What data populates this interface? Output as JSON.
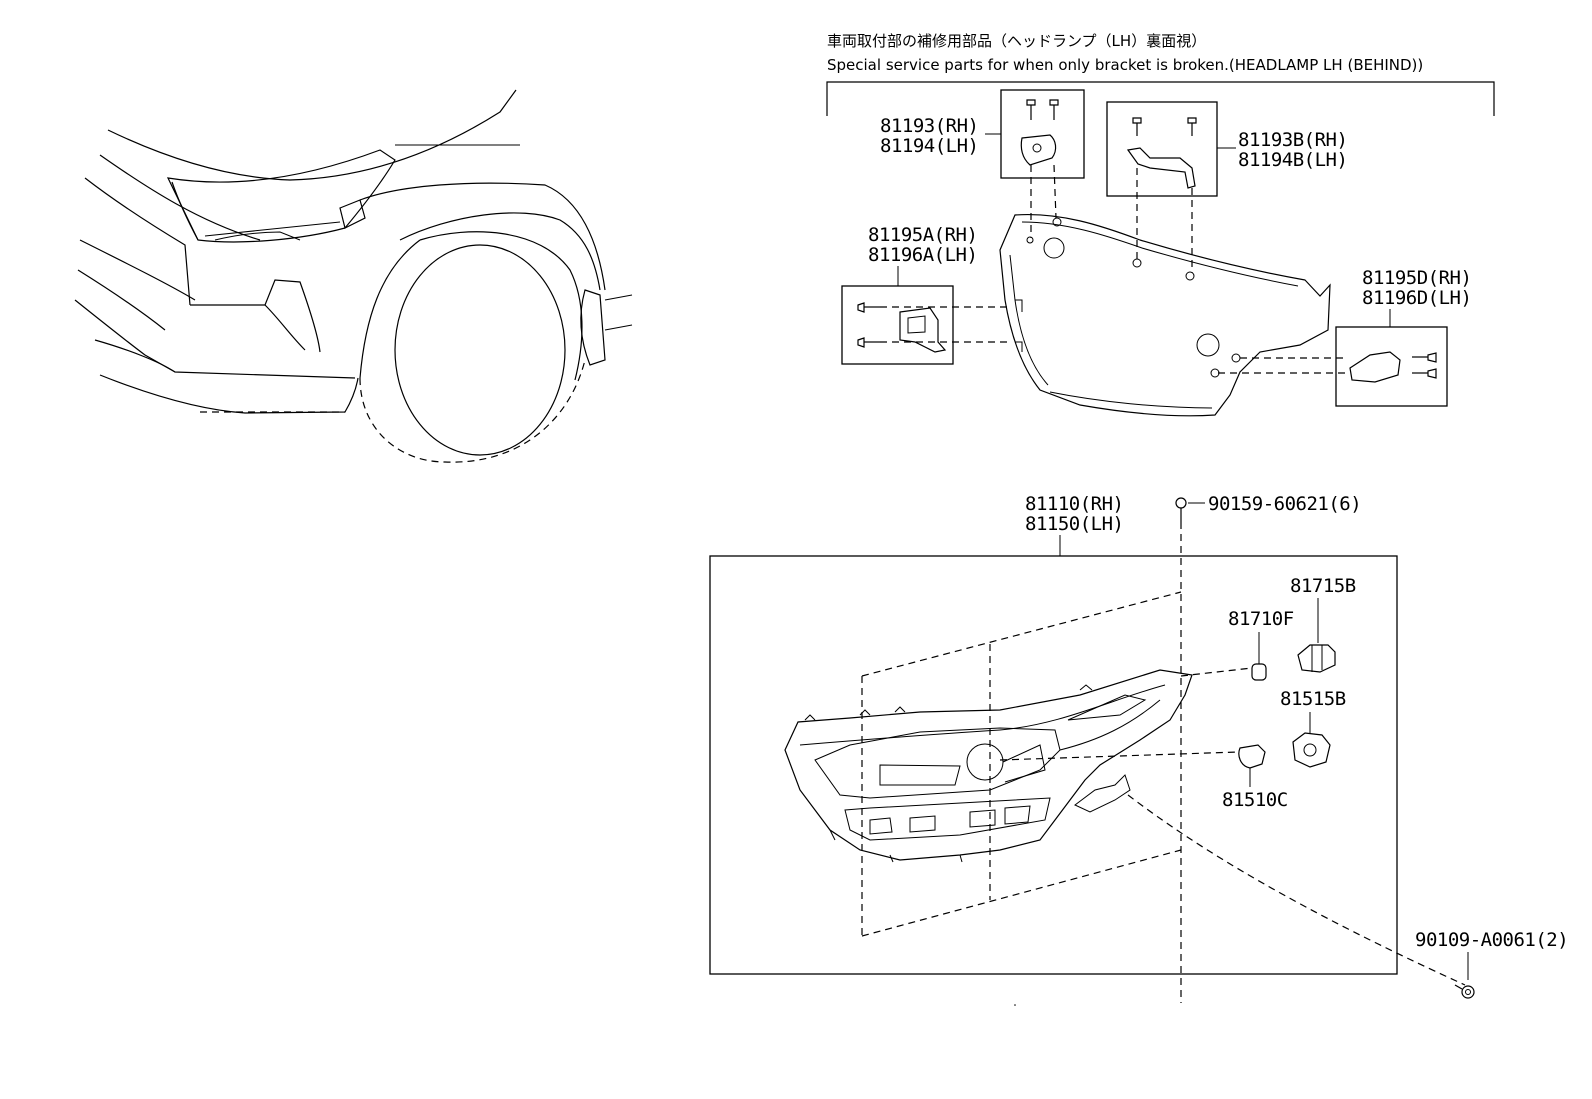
{
  "header": {
    "japanese_title": "車両取付部の補修用部品（ヘッドランプ（LH）裏面視）",
    "english_title": "Special service parts for when only bracket is broken.(HEADLAMP LH (BEHIND))"
  },
  "labels": {
    "p81193": "81193(RH)",
    "p81194": "81194(LH)",
    "p81193b": "81193B(RH)",
    "p81194b": "81194B(LH)",
    "p81195a": "81195A(RH)",
    "p81196a": "81196A(LH)",
    "p81195d": "81195D(RH)",
    "p81196d": "81196D(LH)",
    "p81110": "81110(RH)",
    "p81150": "81150(LH)",
    "screw_90159": "90159-60621(6)",
    "p81715b": "81715B",
    "p81710f": "81710F",
    "p81515b": "81515B",
    "p81510c": "81510C",
    "screw_90109": "90109-A0061(2)"
  },
  "icons": [
    "screw-icon",
    "bulb-icon",
    "socket-icon",
    "bracket-icon"
  ]
}
